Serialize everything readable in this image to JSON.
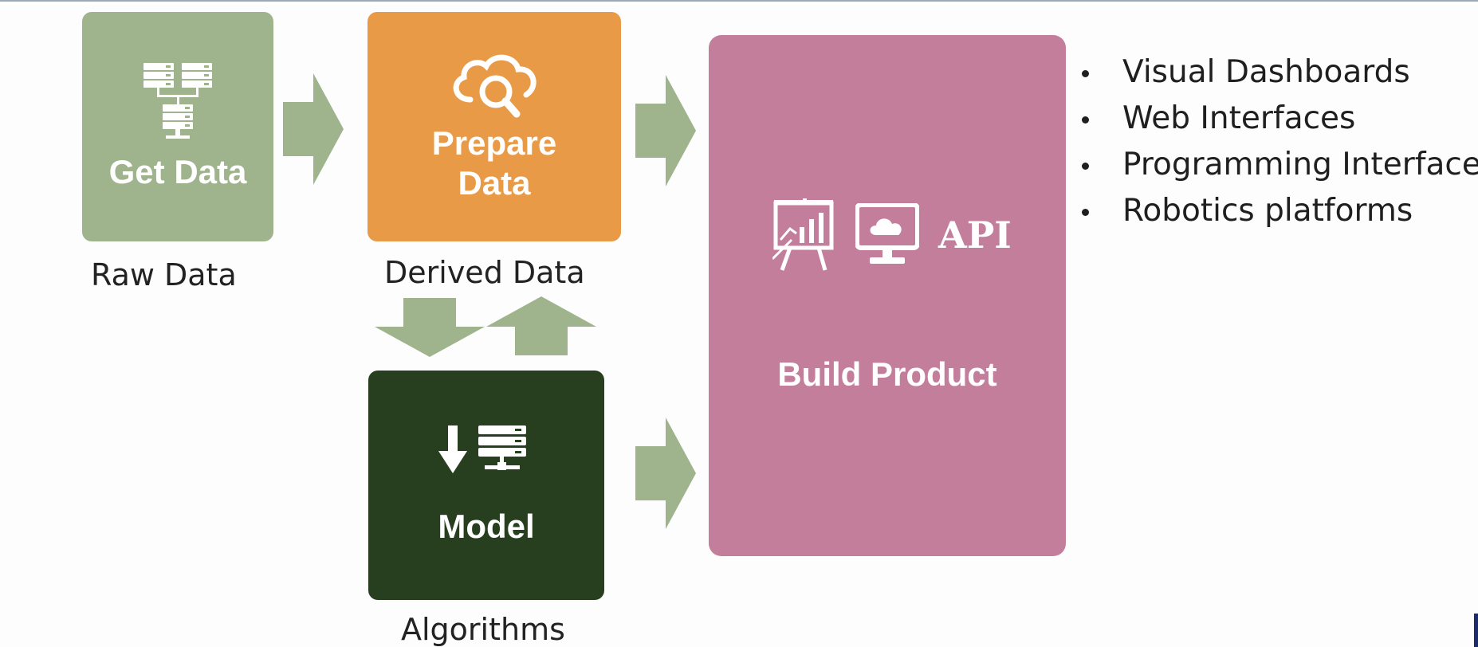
{
  "steps": {
    "get_data": {
      "title": "Get Data",
      "caption": "Raw Data",
      "color": "#9fb48c",
      "icon": "servers-icon"
    },
    "prepare_data": {
      "title": "Prepare Data",
      "caption": "Derived Data",
      "color": "#e89a47",
      "icon": "cloud-search-icon"
    },
    "model": {
      "title": "Model",
      "caption": "Algorithms",
      "color": "#283f1f",
      "icon": "download-server-icon"
    },
    "build_product": {
      "title": "Build Product",
      "color": "#c27e9b",
      "icons": [
        "presentation-chart-icon",
        "monitor-cloud-icon"
      ],
      "api_label": "API"
    }
  },
  "product_outputs": [
    "Visual Dashboards",
    "Web Interfaces",
    "Programming Interfaces",
    "Robotics platforms"
  ],
  "arrow_color": "#9fb48c"
}
